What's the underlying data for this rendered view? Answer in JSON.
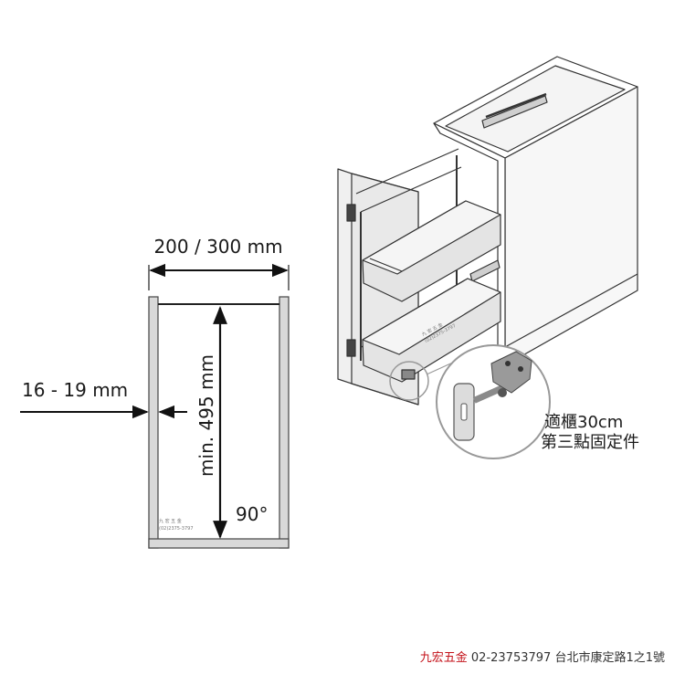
{
  "left_diagram": {
    "width_label": "200 / 300 mm",
    "thickness_label": "16 - 19 mm",
    "height_label": "min. 495 mm",
    "angle_label": "90°",
    "watermark_name": "九 宏 五 金",
    "watermark_phone": "(02)2375-3797"
  },
  "right_diagram": {
    "note_line1": "適櫃30cm",
    "note_line2": "第三點固定件",
    "watermark_name": "九 宏 五 金",
    "watermark_phone": "(02)2375-3797"
  },
  "footer": {
    "brand": "九宏五金",
    "phone": "02-23753797",
    "address": "台北市康定路1之1號"
  },
  "colors": {
    "panel_fill": "#d9d9d9",
    "line": "#333333",
    "brand": "#c4121a"
  }
}
